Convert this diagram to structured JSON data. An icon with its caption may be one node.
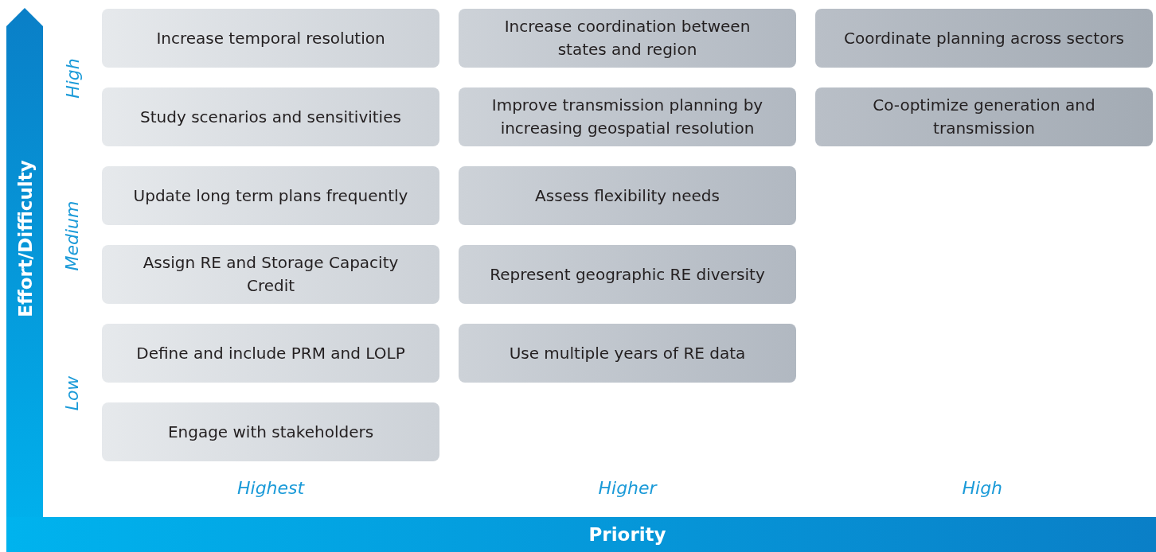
{
  "diagram": {
    "nodes": [
      {
        "text": [
          "Increase temporal resolution"
        ]
      },
      {
        "text": [
          "Increase coordination between states and region"
        ]
      },
      {
        "text": [
          "Coordinate planning across sectors"
        ]
      },
      {
        "text": [
          "Study scenarios and sensitivities"
        ]
      },
      {
        "text": [
          "Improve transmission planning by increasing geospatial resolution"
        ]
      },
      {
        "text": [
          "Co-optimize generation and transmission"
        ]
      },
      {
        "text": [
          "Update long term plans frequently"
        ]
      },
      {
        "text": [
          "Assess flexibility needs"
        ]
      },
      {
        "text": [
          "Assign RE and Storage Capacity Credit"
        ]
      },
      {
        "text": [
          "Represent geographic RE diversity"
        ]
      },
      {
        "text": [
          "Define and include PRM and LOLP"
        ]
      },
      {
        "text": [
          "Use multiple years of RE data"
        ]
      },
      {
        "text": [
          "Engage with stakeholders"
        ]
      }
    ],
    "edges": [],
    "labels": [
      "Effort/Difficulty",
      "High",
      "Medium",
      "Low",
      "Highest",
      "Higher",
      "High",
      "Priority"
    ]
  }
}
